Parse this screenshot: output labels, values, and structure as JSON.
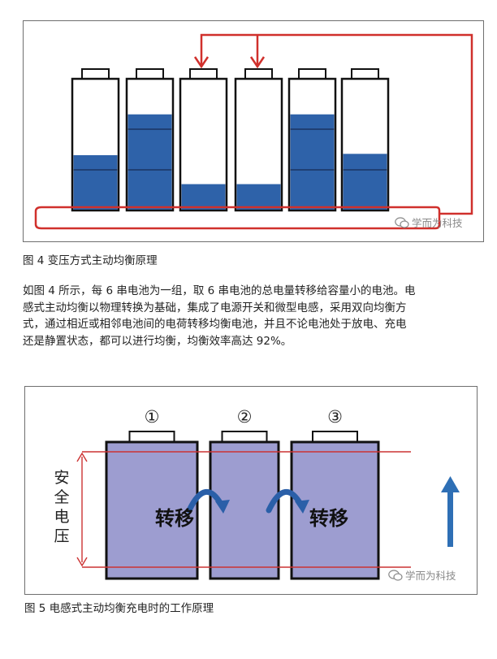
{
  "figure4": {
    "caption": "图 4 变压方式主动均衡原理",
    "charge_levels": [
      0.42,
      0.73,
      0.2,
      0.2,
      0.73,
      0.43
    ],
    "colors": {
      "fill": "#2e62a9",
      "line": "#1f3f73",
      "outline": "#111111",
      "loop": "#d0302c"
    }
  },
  "paragraph": [
    "如图 4 所示，每 6 串电池为一组，取 6 串电池的总电量转移给容量小的电池。电",
    "感式主动均衡以物理转换为基础，集成了电源开关和微型电感，采用双向均衡方",
    "式，通过相近或相邻电池间的电荷转移均衡电池，并且不论电池处于放电、充电",
    "还是静置状态，都可以进行均衡，均衡效率高达 92%。"
  ],
  "figure5": {
    "caption": "图 5 电感式主动均衡充电时的工作原理",
    "cell_numbers": [
      "①",
      "②",
      "③"
    ],
    "transfer_labels": [
      "转移",
      "转移"
    ],
    "voltage_label": "安全电压",
    "colors": {
      "fill": "#9d9dd0",
      "outline": "#111111",
      "limit": "#cc3333",
      "arrow": "#2e6fb5",
      "curve": "#2a5fa8"
    }
  },
  "watermark": "学而为科技"
}
